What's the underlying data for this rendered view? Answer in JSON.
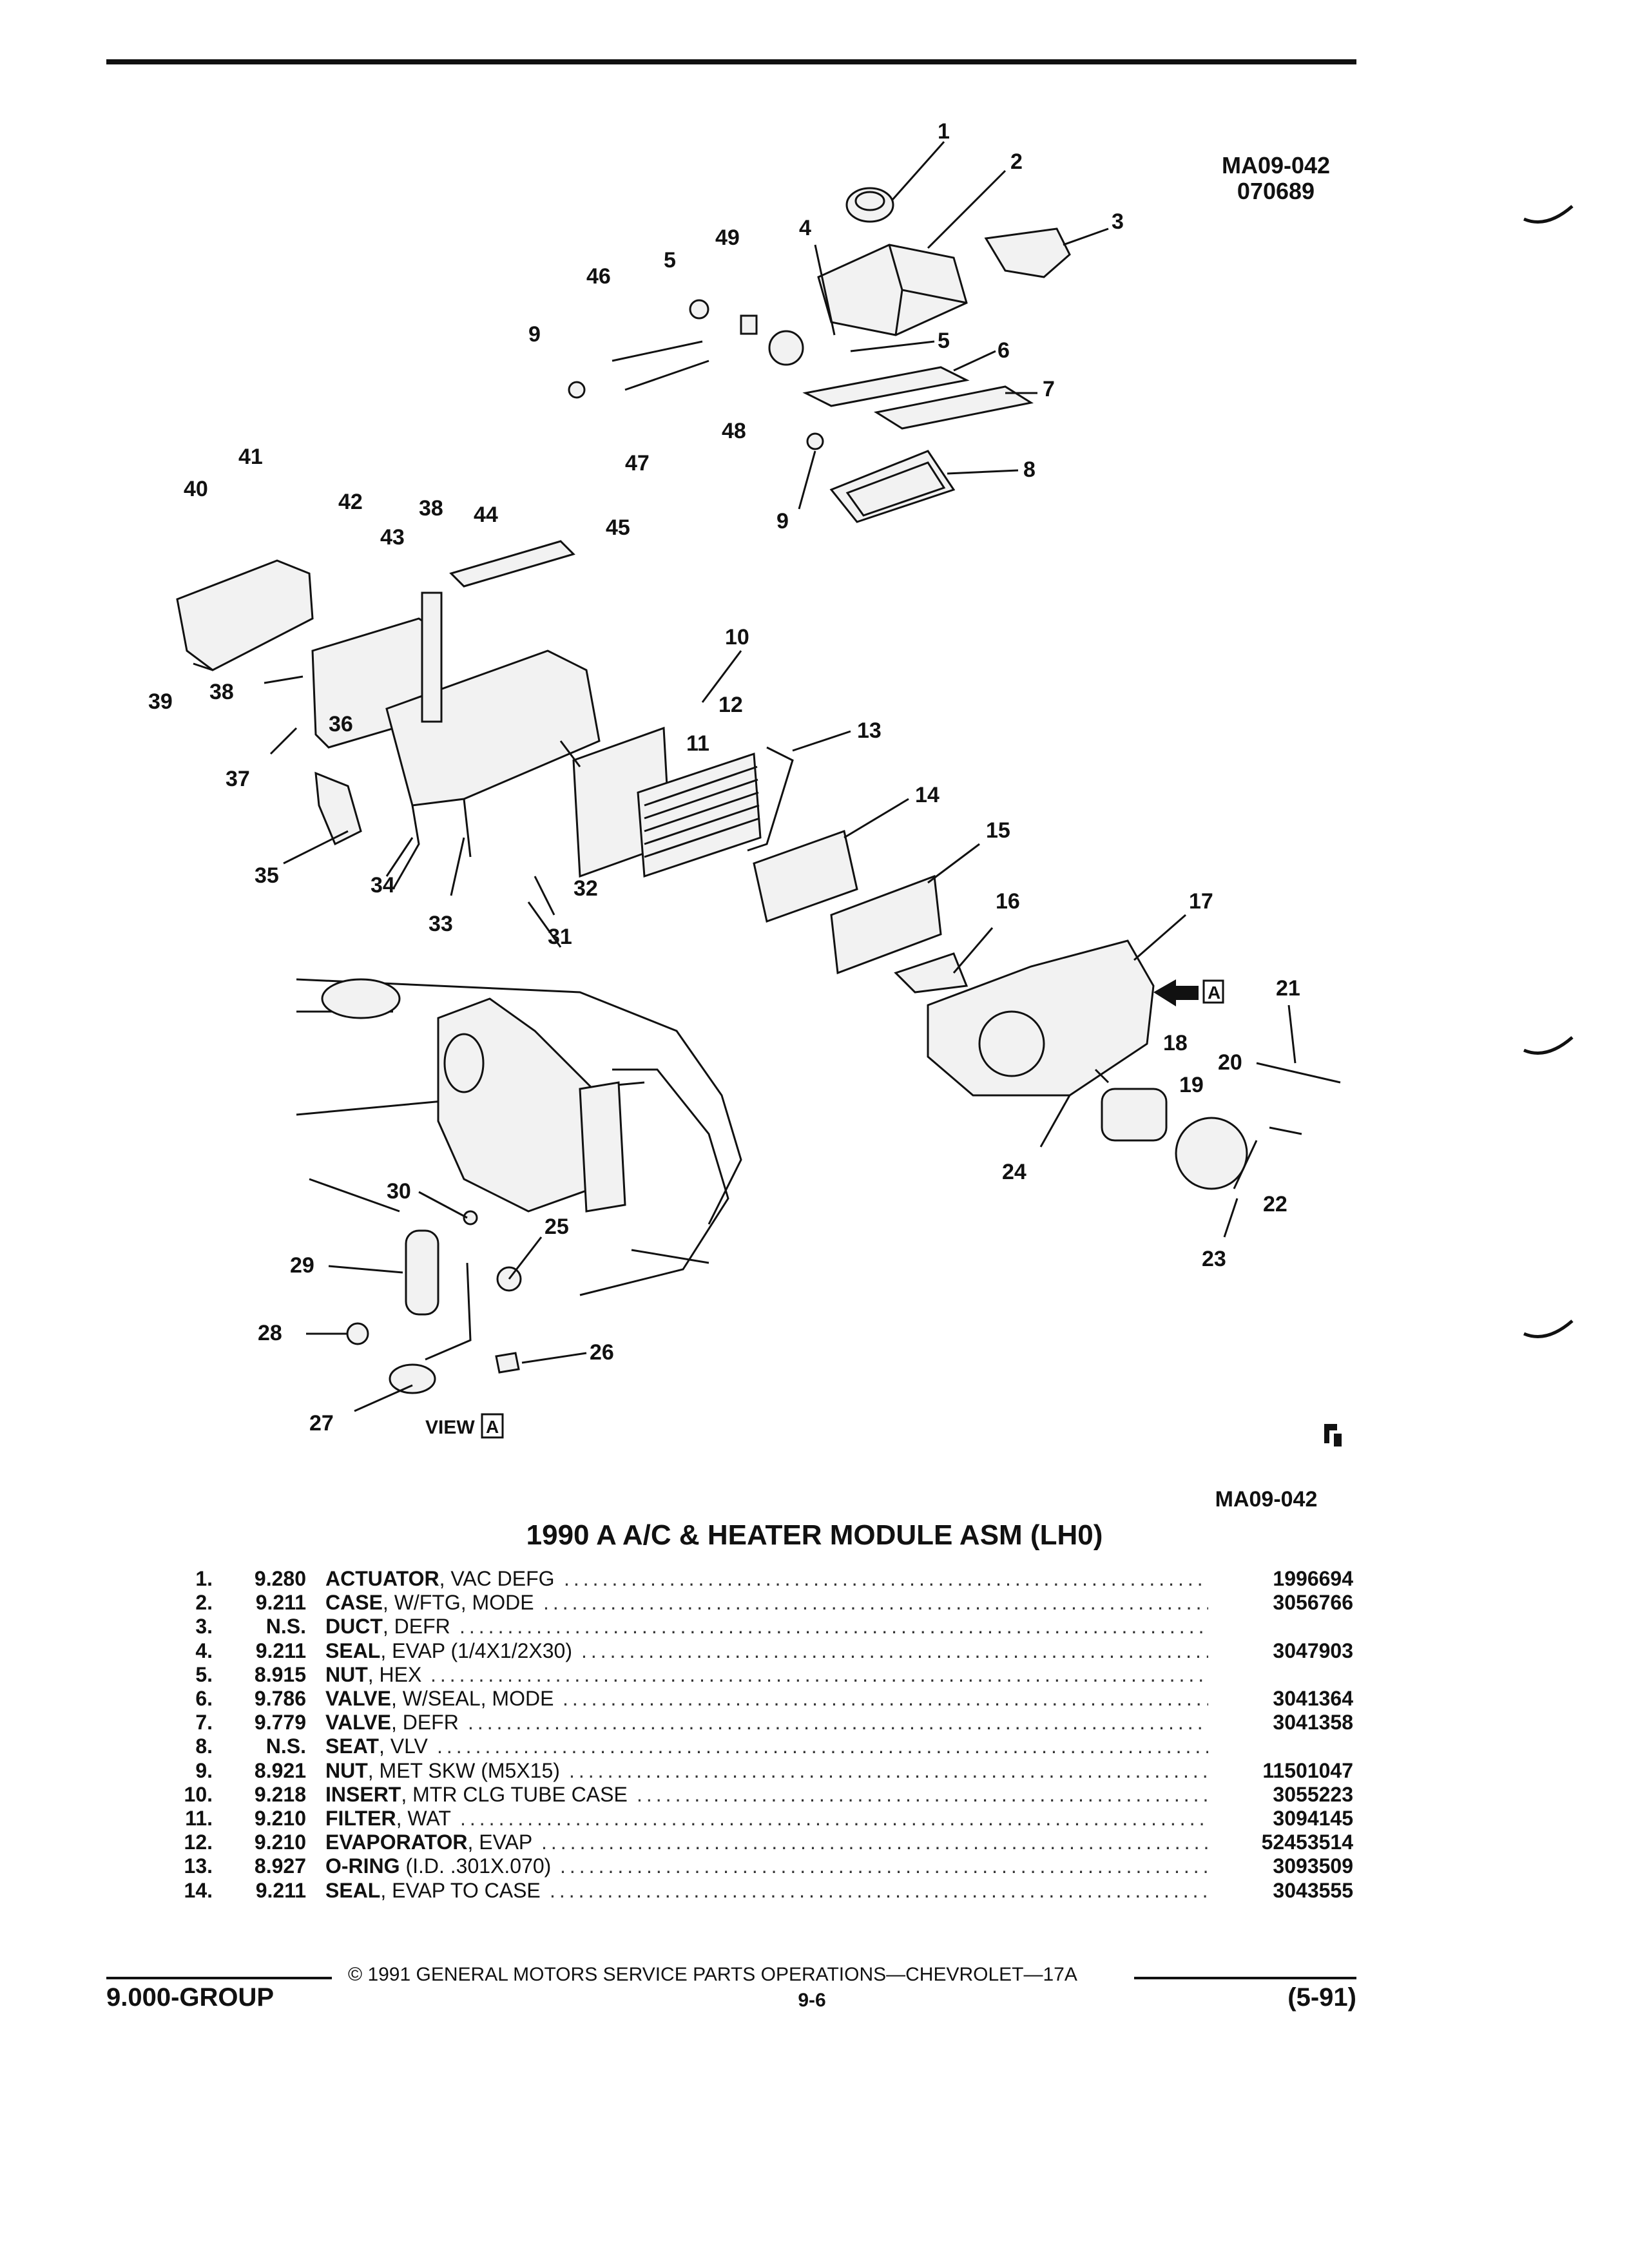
{
  "header": {
    "drawing_code": "MA09-042",
    "drawing_date": "070689",
    "drawing_code_bottom": "MA09-042"
  },
  "illustration": {
    "view_label": "VIEW",
    "view_ref": "A",
    "callouts": [
      "1",
      "2",
      "3",
      "4",
      "5",
      "5",
      "6",
      "7",
      "8",
      "9",
      "9",
      "10",
      "11",
      "12",
      "13",
      "14",
      "15",
      "16",
      "17",
      "18",
      "19",
      "20",
      "21",
      "22",
      "23",
      "24",
      "25",
      "26",
      "27",
      "28",
      "29",
      "30",
      "31",
      "32",
      "33",
      "34",
      "35",
      "36",
      "37",
      "38",
      "38",
      "39",
      "40",
      "41",
      "42",
      "43",
      "44",
      "45",
      "46",
      "47",
      "48",
      "49"
    ]
  },
  "table": {
    "title": "1990 A A/C & HEATER MODULE ASM (LH0)",
    "rows": [
      {
        "idx": "1.",
        "group": "9.280",
        "name": "ACTUATOR",
        "desc": ", VAC DEFG",
        "part": "1996694"
      },
      {
        "idx": "2.",
        "group": "9.211",
        "name": "CASE",
        "desc": ", W/FTG, MODE",
        "part": "3056766"
      },
      {
        "idx": "3.",
        "group": "N.S.",
        "name": "DUCT",
        "desc": ", DEFR",
        "part": ""
      },
      {
        "idx": "4.",
        "group": "9.211",
        "name": "SEAL",
        "desc": ", EVAP (1/4X1/2X30)",
        "part": "3047903"
      },
      {
        "idx": "5.",
        "group": "8.915",
        "name": "NUT",
        "desc": ", HEX",
        "part": ""
      },
      {
        "idx": "6.",
        "group": "9.786",
        "name": "VALVE",
        "desc": ", W/SEAL, MODE",
        "part": "3041364"
      },
      {
        "idx": "7.",
        "group": "9.779",
        "name": "VALVE",
        "desc": ", DEFR",
        "part": "3041358"
      },
      {
        "idx": "8.",
        "group": "N.S.",
        "name": "SEAT",
        "desc": ", VLV",
        "part": ""
      },
      {
        "idx": "9.",
        "group": "8.921",
        "name": "NUT",
        "desc": ", MET SKW (M5X15)",
        "part": "11501047"
      },
      {
        "idx": "10.",
        "group": "9.218",
        "name": "INSERT",
        "desc": ", MTR CLG TUBE CASE",
        "part": "3055223"
      },
      {
        "idx": "11.",
        "group": "9.210",
        "name": "FILTER",
        "desc": ", WAT",
        "part": "3094145"
      },
      {
        "idx": "12.",
        "group": "9.210",
        "name": "EVAPORATOR",
        "desc": ", EVAP",
        "part": "52453514"
      },
      {
        "idx": "13.",
        "group": "8.927",
        "name": "O-RING",
        "desc": " (I.D. .301X.070)",
        "part": "3093509"
      },
      {
        "idx": "14.",
        "group": "9.211",
        "name": "SEAL",
        "desc": ", EVAP TO CASE",
        "part": "3043555"
      }
    ]
  },
  "footer": {
    "copyright": "© 1991 GENERAL MOTORS SERVICE PARTS OPERATIONS—CHEVROLET—17A",
    "group": "9.000-GROUP",
    "page": "9-6",
    "date": "(5-91)"
  }
}
